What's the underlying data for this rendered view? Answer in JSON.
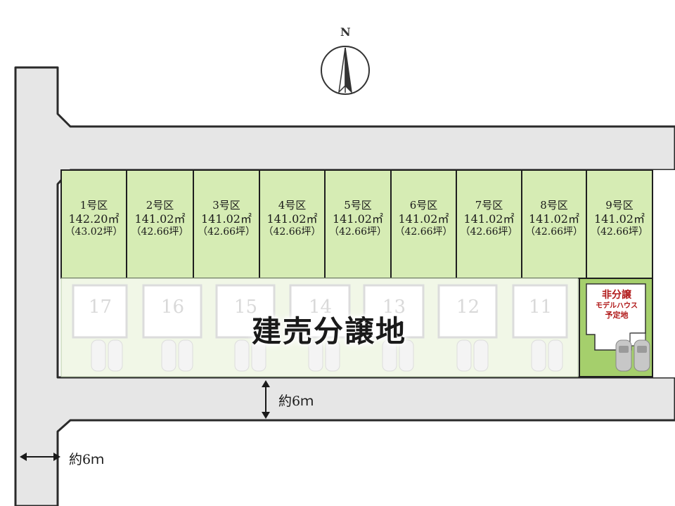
{
  "compass": {
    "label": "N",
    "icon": "north-arrow-icon"
  },
  "title": "建売分譲地",
  "lots": [
    {
      "name": "1号区",
      "area": "142.20㎡",
      "tsubo": "（43.02坪）"
    },
    {
      "name": "2号区",
      "area": "141.02㎡",
      "tsubo": "（42.66坪）"
    },
    {
      "name": "3号区",
      "area": "141.02㎡",
      "tsubo": "（42.66坪）"
    },
    {
      "name": "4号区",
      "area": "141.02㎡",
      "tsubo": "（42.66坪）"
    },
    {
      "name": "5号区",
      "area": "141.02㎡",
      "tsubo": "（42.66坪）"
    },
    {
      "name": "6号区",
      "area": "141.02㎡",
      "tsubo": "（42.66坪）"
    },
    {
      "name": "7号区",
      "area": "141.02㎡",
      "tsubo": "（42.66坪）"
    },
    {
      "name": "8号区",
      "area": "141.02㎡",
      "tsubo": "（42.66坪）"
    },
    {
      "name": "9号区",
      "area": "141.02㎡",
      "tsubo": "（42.66坪）"
    }
  ],
  "existing_houses": [
    "17",
    "16",
    "15",
    "14",
    "13",
    "12",
    "11"
  ],
  "model_house": {
    "line1": "非分譲",
    "line2": "モデルハウス",
    "line3": "予定地"
  },
  "roads": {
    "horizontal_width": "約6ｍ",
    "vertical_width": "約6ｍ"
  },
  "colors": {
    "lot_fill": "#d6ecb4",
    "lot_border": "#1e1e1e",
    "road": "#e6e6e6",
    "model_fill": "#a5cf6c",
    "model_text": "#b01818"
  }
}
